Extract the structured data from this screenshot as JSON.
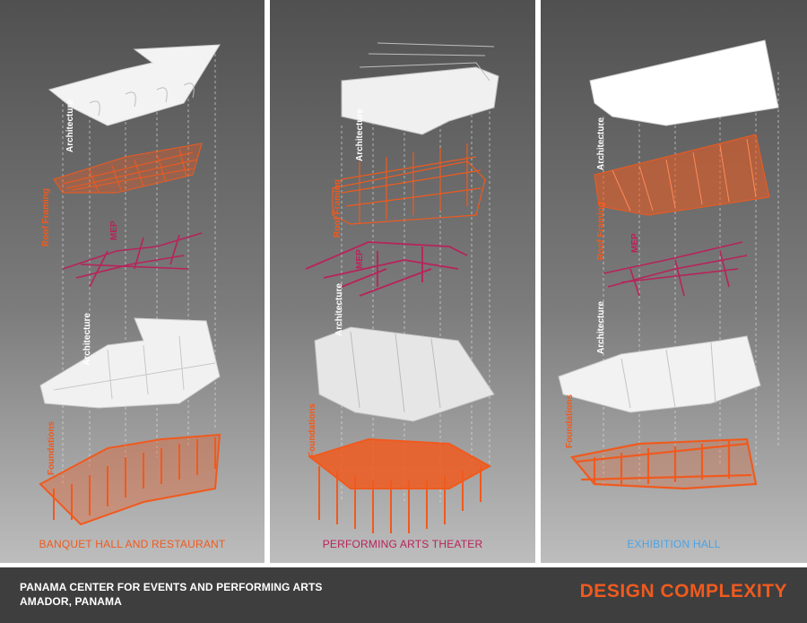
{
  "colors": {
    "orange": "#f05a1e",
    "magenta": "#b8235a",
    "white_model": "#f4f4f4",
    "caption_blue": "#4aa3e6",
    "footer_bg": "#3e3e3e"
  },
  "panels": [
    {
      "caption": "BANQUET HALL AND RESTAURANT",
      "caption_color": "#f05a1e",
      "layers": {
        "architecture_top": "Architecture",
        "roof_framing": "Roof Framing",
        "mep": "MEP",
        "architecture_lower": "Architecture",
        "foundations": "Foundations"
      }
    },
    {
      "caption": "PERFORMING ARTS THEATER",
      "caption_color": "#b8235a",
      "layers": {
        "architecture_top": "Architecture",
        "roof_framing": "Roof Framing",
        "mep": "MEP",
        "architecture_lower": "Architecture",
        "foundations": "Foundations"
      }
    },
    {
      "caption": "EXHIBITION HALL",
      "caption_color": "#4aa3e6",
      "layers": {
        "architecture_top": "Architecture",
        "roof_framing": "Roof Framing",
        "mep": "MEP",
        "architecture_lower": "Architecture",
        "foundations": "Foundations"
      }
    }
  ],
  "footer": {
    "project_line": "PANAMA CENTER FOR EVENTS AND PERFORMING ARTS",
    "location_line": "AMADOR, PANAMA",
    "heading": "DESIGN COMPLEXITY",
    "heading_color": "#f05a1e"
  }
}
